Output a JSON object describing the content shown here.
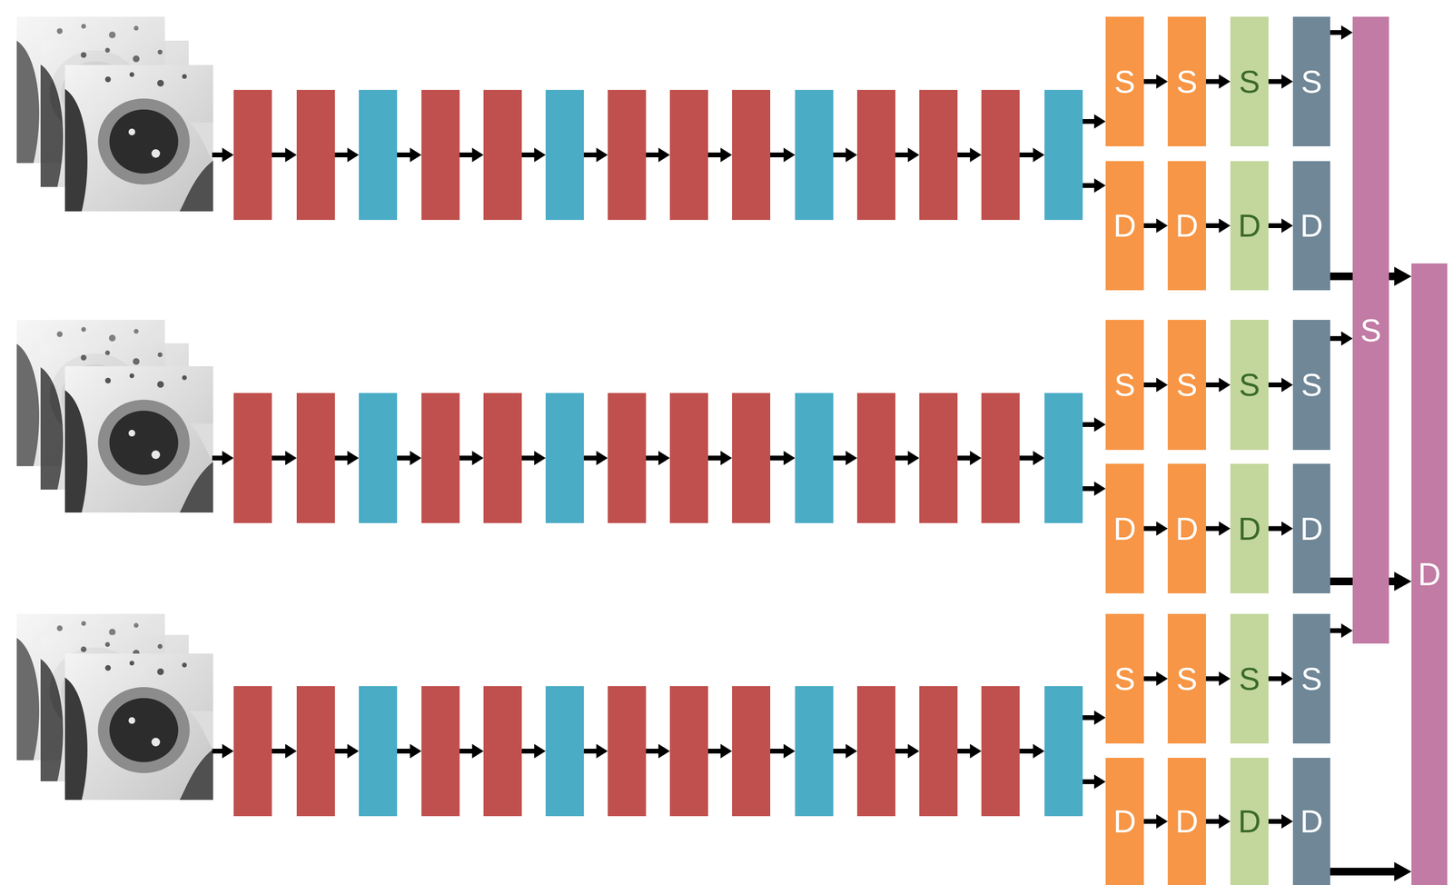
{
  "diagram": {
    "nodes": [
      {
        "text": [
          "S"
        ]
      },
      {
        "text": [
          "S"
        ]
      },
      {
        "text": [
          "S"
        ]
      },
      {
        "text": [
          "S"
        ]
      },
      {
        "text": [
          "D"
        ]
      },
      {
        "text": [
          "D"
        ]
      },
      {
        "text": [
          "D"
        ]
      },
      {
        "text": [
          "D"
        ]
      },
      {
        "text": [
          "S"
        ]
      },
      {
        "text": [
          "S"
        ]
      },
      {
        "text": [
          "S"
        ]
      },
      {
        "text": [
          "S"
        ]
      },
      {
        "text": [
          "D"
        ]
      },
      {
        "text": [
          "D"
        ]
      },
      {
        "text": [
          "D"
        ]
      },
      {
        "text": [
          "D"
        ]
      },
      {
        "text": [
          "S"
        ]
      },
      {
        "text": [
          "S"
        ]
      },
      {
        "text": [
          "S"
        ]
      },
      {
        "text": [
          "S"
        ]
      },
      {
        "text": [
          "D"
        ]
      },
      {
        "text": [
          "D"
        ]
      },
      {
        "text": [
          "D"
        ]
      },
      {
        "text": [
          "D"
        ]
      },
      {
        "text": [
          "S"
        ]
      },
      {
        "text": [
          "D"
        ]
      }
    ],
    "edges": [
      {
        "from": 0,
        "to": 1,
        "arrow": "to"
      },
      {
        "from": 1,
        "to": 2,
        "arrow": "to"
      },
      {
        "from": 2,
        "to": 3,
        "arrow": "to"
      },
      {
        "from": 3,
        "to": 24,
        "arrow": "to"
      },
      {
        "from": 4,
        "to": 5,
        "arrow": "to"
      },
      {
        "from": 5,
        "to": 6,
        "arrow": "to"
      },
      {
        "from": 6,
        "to": 7,
        "arrow": "to"
      },
      {
        "from": 7,
        "to": 25,
        "arrow": "to"
      },
      {
        "from": 8,
        "to": 9,
        "arrow": "to"
      },
      {
        "from": 9,
        "to": 10,
        "arrow": "to"
      },
      {
        "from": 10,
        "to": 11,
        "arrow": "to"
      },
      {
        "from": 11,
        "to": 24,
        "arrow": "to"
      },
      {
        "from": 12,
        "to": 13,
        "arrow": "to"
      },
      {
        "from": 13,
        "to": 14,
        "arrow": "to"
      },
      {
        "from": 14,
        "to": 15,
        "arrow": "to"
      },
      {
        "from": 15,
        "to": 25,
        "arrow": "to"
      },
      {
        "from": 16,
        "to": 17,
        "arrow": "to"
      },
      {
        "from": 17,
        "to": 18,
        "arrow": "to"
      },
      {
        "from": 18,
        "to": 19,
        "arrow": "to"
      },
      {
        "from": 19,
        "to": 24,
        "arrow": "to"
      },
      {
        "from": 20,
        "to": 21,
        "arrow": "to"
      },
      {
        "from": 21,
        "to": 22,
        "arrow": "to"
      },
      {
        "from": 22,
        "to": 23,
        "arrow": "to"
      },
      {
        "from": 23,
        "to": 25,
        "arrow": "to"
      }
    ]
  }
}
